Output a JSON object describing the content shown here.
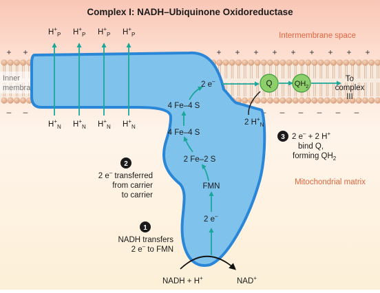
{
  "title": "Complex I: NADH–Ubiquinone Oxidoreductase",
  "regions": {
    "intermembrane": "Intermembrane space",
    "matrix": "Mitochondrial matrix",
    "inner_membrane_line1": "Inner",
    "inner_membrane_line2": "membrane"
  },
  "membrane_charges": {
    "positive": "+",
    "negative": "–"
  },
  "proton_pumps": {
    "outside": "H",
    "outside_sup": "+",
    "outside_sub": "P",
    "inside": "H",
    "inside_sup": "+",
    "inside_sub": "N"
  },
  "carriers": {
    "fmn": "FMN",
    "e_bottom": "2 e",
    "fe2s": "2 Fe–2 S",
    "fe4s_lower": "4 Fe–4 S",
    "fe4s_upper": "4 Fe–4 S",
    "e_top": "2 e",
    "minus": "–"
  },
  "quinone": {
    "q": "Q",
    "qh": "QH",
    "qh_sub": "2",
    "to_line1": "To",
    "to_line2": "complex",
    "to_line3": "III"
  },
  "proton_uptake": {
    "text": "2 H",
    "sup": "+",
    "sub": "N"
  },
  "steps": [
    {
      "number": "1",
      "line1": "NADH transfers",
      "line2a": "2 e",
      "line2b": " to FMN"
    },
    {
      "number": "2",
      "line1a": "2 e",
      "line1b": " transferred",
      "line2": "from carrier",
      "line3": "to carrier"
    },
    {
      "number": "3",
      "line1a": "2 e",
      "line1b": " + 2 H",
      "line2": "bind Q,",
      "line3a": "forming QH",
      "line3_sub": "2"
    }
  ],
  "reaction": {
    "nadh": "NADH + H",
    "nadh_sup": "+",
    "nad": "NAD",
    "nad_sup": "+"
  },
  "colors": {
    "intermembrane_top": "#fbd2c5",
    "matrix": "#fdf1dc",
    "protein_fill": "#7fc2ec",
    "protein_stroke": "#2a86d6",
    "lipid_head": "#e8b999",
    "accent": "#1aa79a",
    "quinone_fill": "#8dcf6a",
    "region_label": "#e0663f"
  }
}
